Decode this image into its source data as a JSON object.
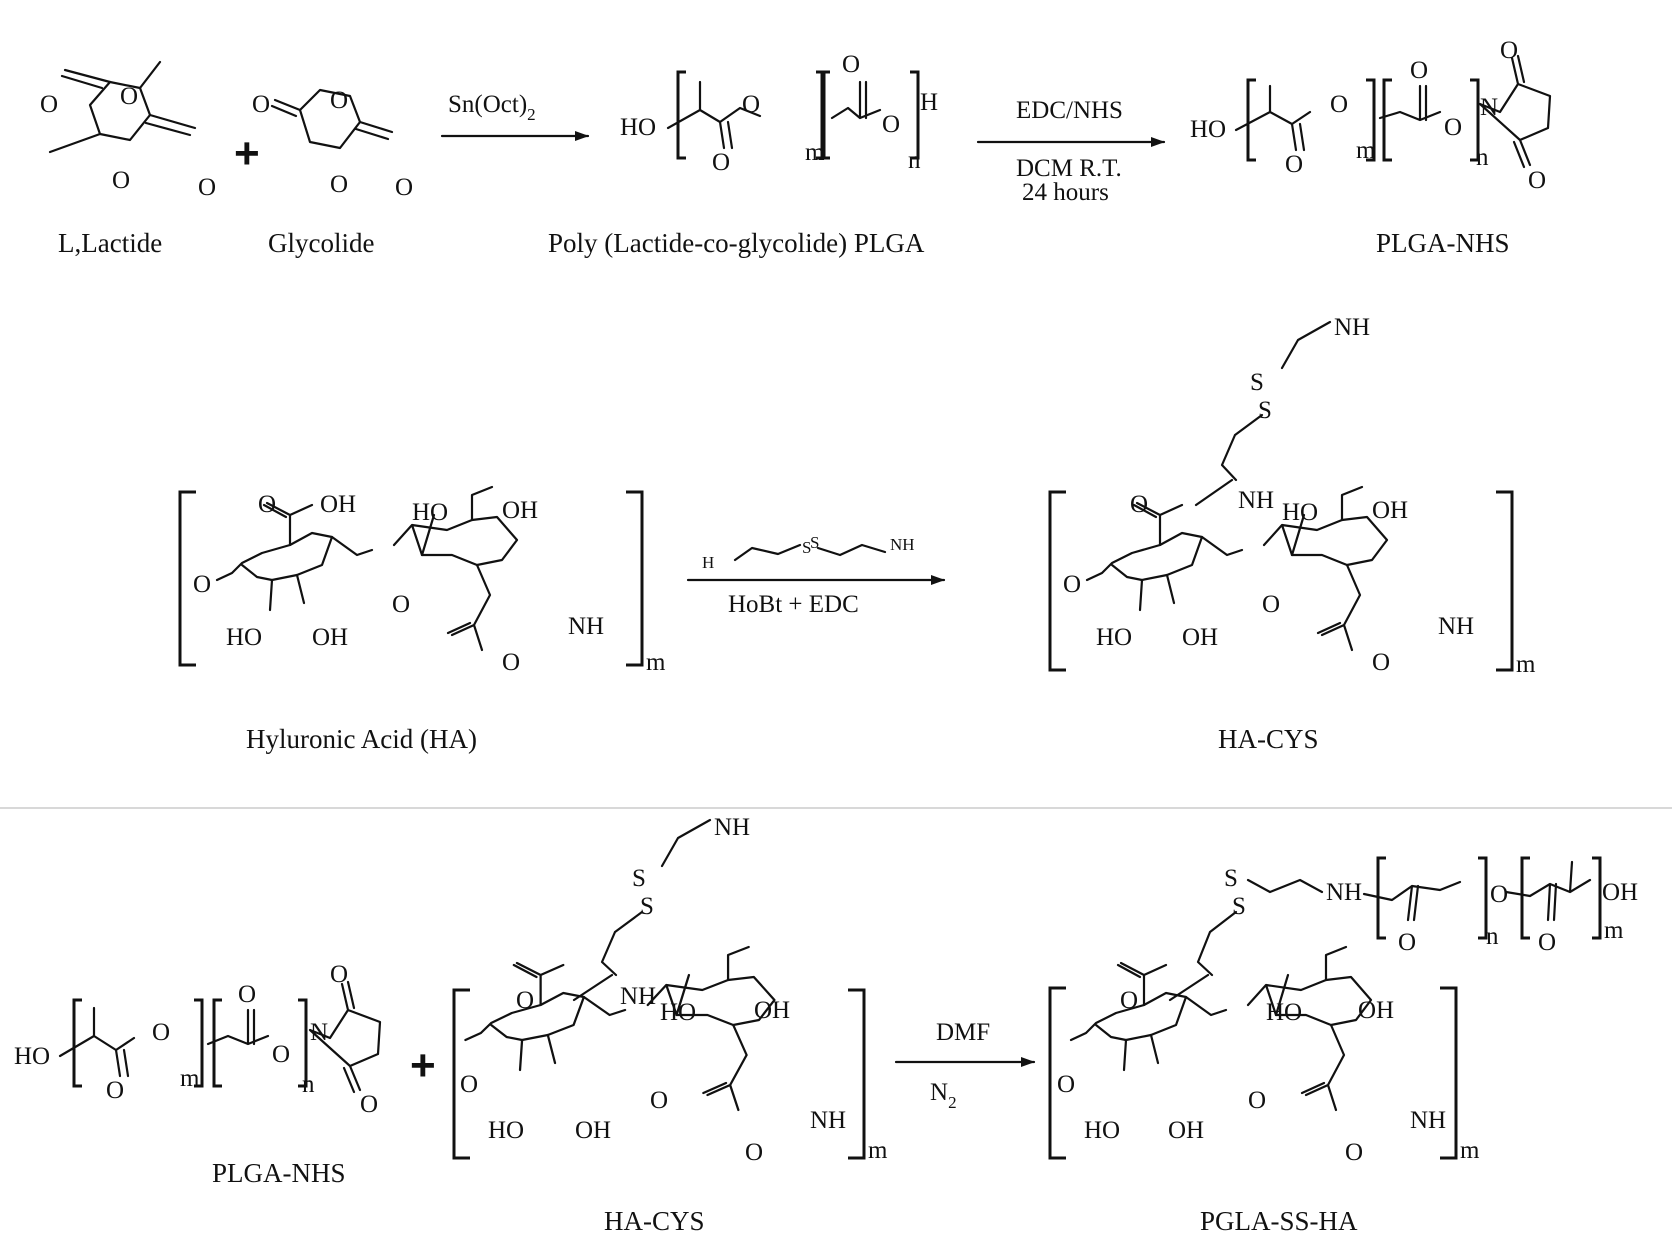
{
  "row1": {
    "lactide_label": "L,Lactide",
    "glycolide_label": "Glycolide",
    "plus": "+",
    "catalyst": "Sn(Oct)",
    "catalyst_sub": "2",
    "plga_label": "Poly (Lactide-co-glycolide) PLGA",
    "reagent": "EDC/NHS",
    "condition1": "DCM R.T.",
    "condition2": "24 hours",
    "plga_nhs_label": "PLGA-NHS"
  },
  "row2": {
    "ha_label": "Hyluronic Acid (HA)",
    "reagent": "HoBt + EDC",
    "ha_cys_label": "HA-CYS"
  },
  "row3": {
    "plga_nhs_label": "PLGA-NHS",
    "plus": "+",
    "ha_cys_label": "HA-CYS",
    "solvent": "DMF",
    "atmosphere": "N",
    "atmosphere_sub": "2",
    "product_label": "PGLA-SS-HA"
  },
  "atoms": {
    "O": "O",
    "OH": "OH",
    "HO": "HO",
    "H": "H",
    "N": "N",
    "NH": "NH",
    "NH2": "NH",
    "sub2": "2",
    "S": "S",
    "H2N": "H",
    "m": "m",
    "n": "n"
  },
  "colors": {
    "ink": "#111111",
    "divider": "#cccccc",
    "background": "#ffffff"
  }
}
